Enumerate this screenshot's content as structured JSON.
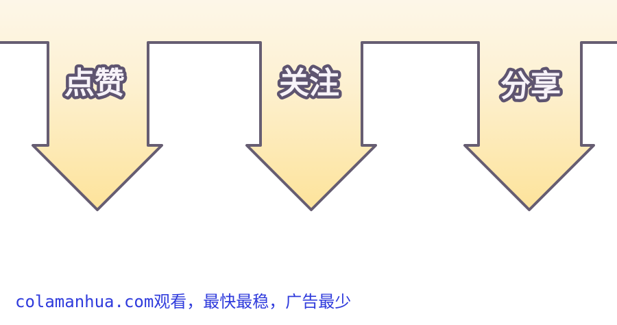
{
  "banner": {
    "top_color": "#fdf1d3",
    "fill_light": "#fdf3dc",
    "fill_dark": "#fde08f",
    "outline_color": "#665d72"
  },
  "arrows": [
    {
      "label": "点赞",
      "icon": "down-arrow-icon"
    },
    {
      "label": "关注",
      "icon": "down-arrow-icon"
    },
    {
      "label": "分享",
      "icon": "down-arrow-icon"
    }
  ],
  "footer": {
    "text": "colamanhua.com观看，最快最稳，广告最少",
    "color": "#2f3bdc"
  }
}
